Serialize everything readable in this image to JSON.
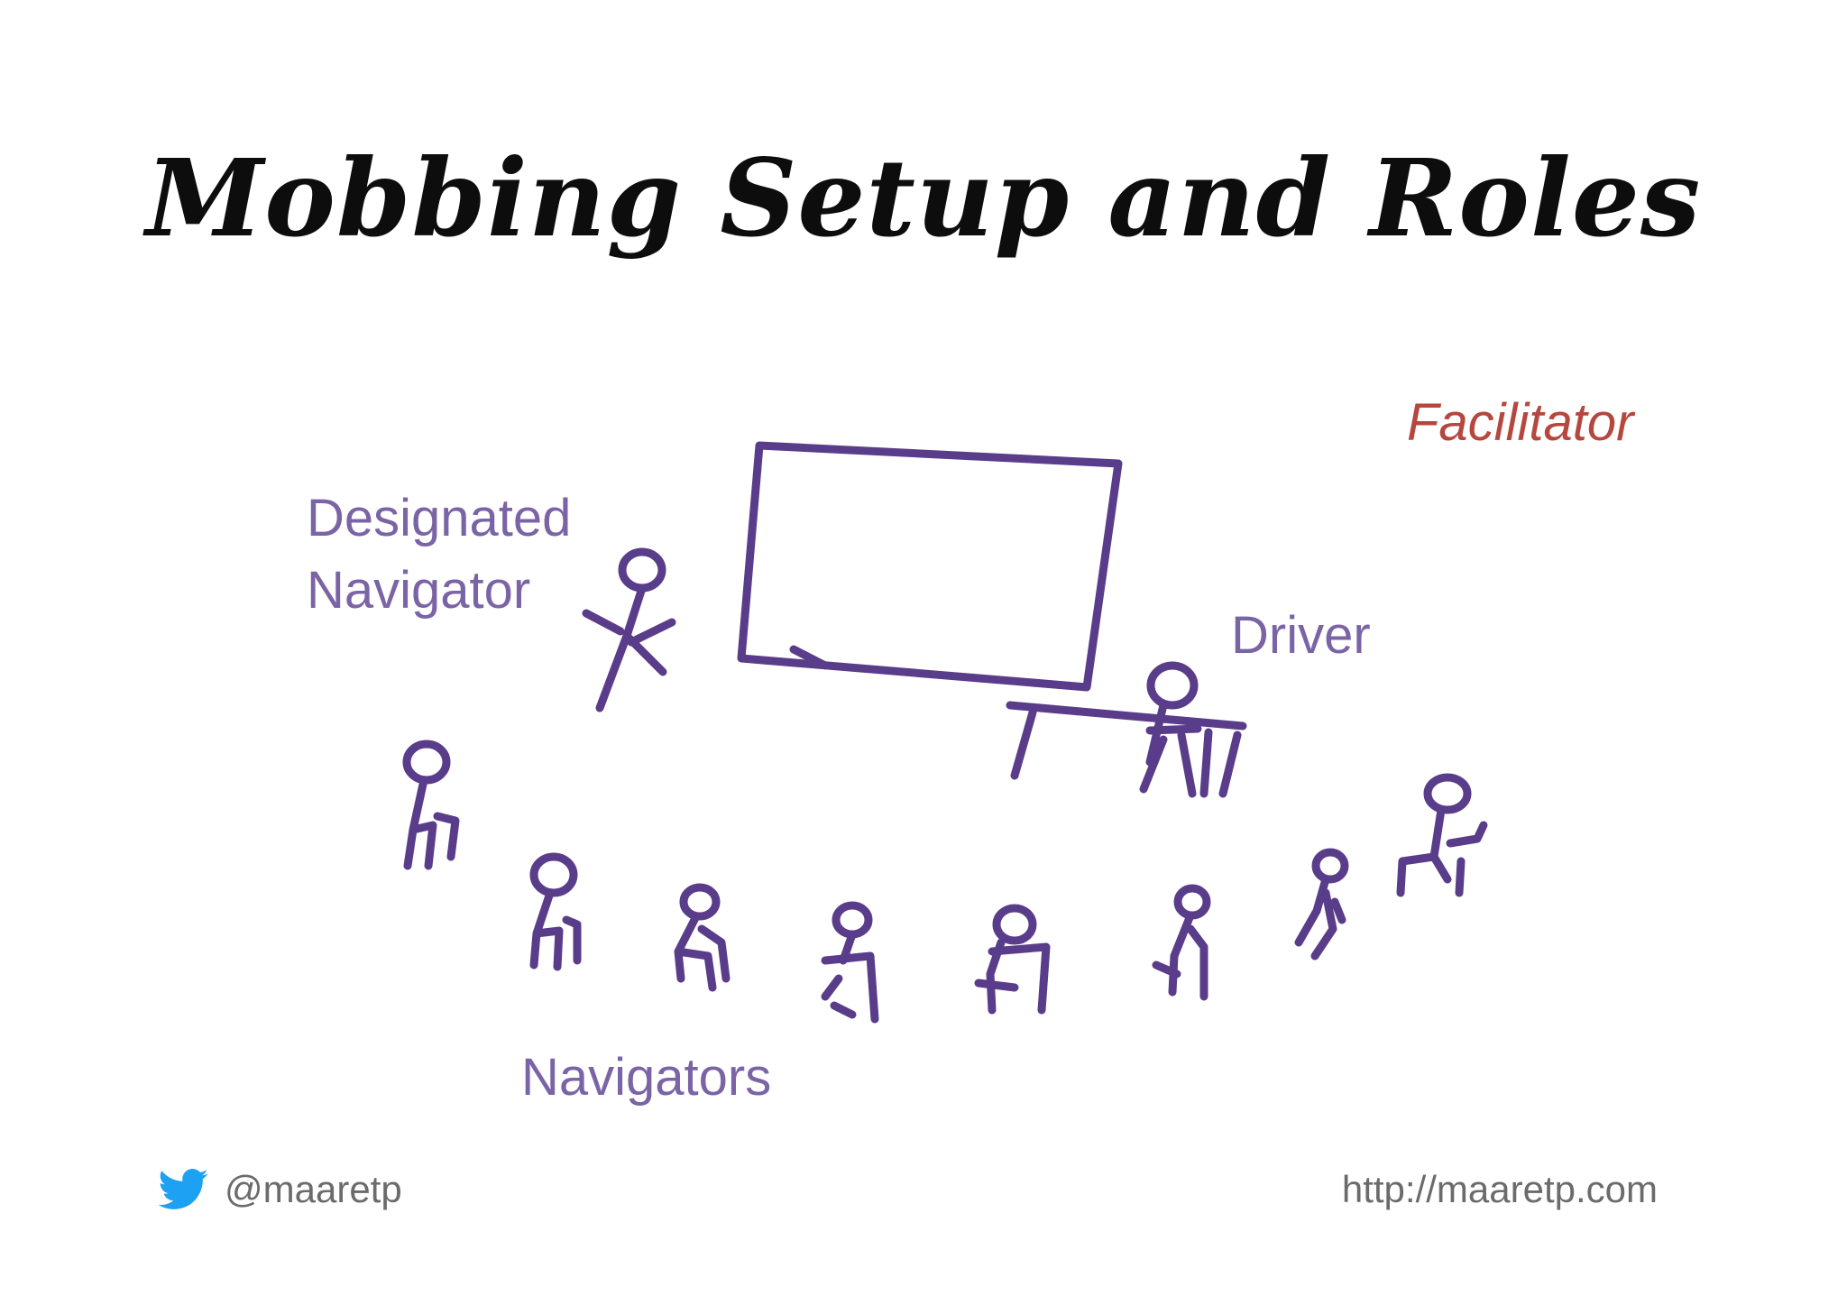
{
  "title": "Mobbing Setup and Roles",
  "labels": {
    "facilitator": "Facilitator",
    "designated_navigator_line1": "Designated",
    "designated_navigator_line2": "Navigator",
    "driver": "Driver",
    "navigators": "Navigators"
  },
  "footer": {
    "twitter_handle": "@maaretp",
    "url": "http://maaretp.com",
    "twitter_icon": "twitter-bird-icon"
  },
  "colors": {
    "title": "#0d0d0d",
    "role_label": "#7b64a6",
    "facilitator_label": "#b5473f",
    "sketch": "#5a3d8a",
    "twitter_blue": "#1da1f2"
  }
}
